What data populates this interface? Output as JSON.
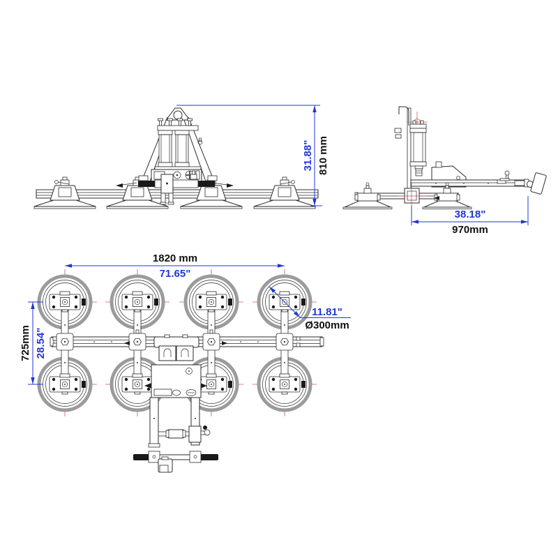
{
  "drawing": {
    "type": "technical-drawing",
    "subject": "vacuum glass lifter with 8 suction cups, three orthographic views",
    "colors": {
      "background": "#ffffff",
      "drawing_line": "#2b2b2b",
      "dimension_blue": "#2136d4",
      "centerline_red": "#cc5555",
      "dimension_text_black": "#111111",
      "suction_ring_gray": "#9b9b9b"
    }
  },
  "dimensions": {
    "front_height": {
      "inches": "31.88\"",
      "mm": "810 mm"
    },
    "side_reach": {
      "inches": "38.18\"",
      "mm": "970mm"
    },
    "plan_width": {
      "mm": "1820 mm",
      "inches": "71.65\""
    },
    "plan_depth": {
      "mm": "725mm",
      "inches": "28.54\""
    },
    "cup_diameter": {
      "inches": "11.81\"",
      "mm": "Ø300mm"
    }
  }
}
